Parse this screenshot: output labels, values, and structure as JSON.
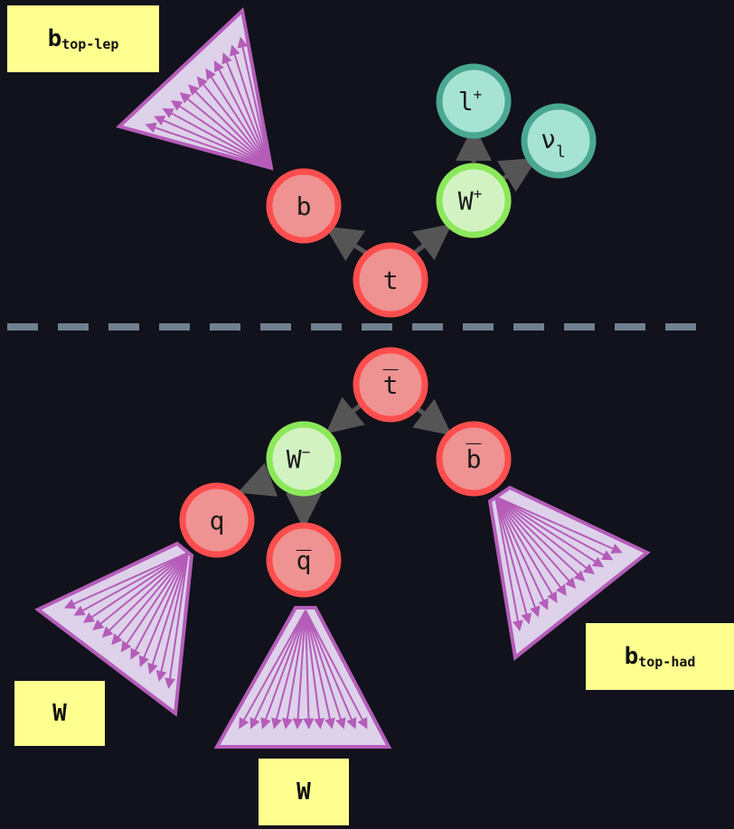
{
  "labels": {
    "b_top_lep": {
      "main": "b",
      "sub": "top-lep"
    },
    "b_top_had": {
      "main": "b",
      "sub": "top-had"
    },
    "w_left": "W",
    "w_bottom": "W"
  },
  "nodes": {
    "t": {
      "main": "t"
    },
    "b": {
      "main": "b"
    },
    "w_plus": {
      "main": "W",
      "sup": "+"
    },
    "lepton": {
      "main": "l",
      "sup": "+"
    },
    "neutrino": {
      "main": "ν",
      "sub": "l"
    },
    "tbar": {
      "main": "t̅"
    },
    "w_minus": {
      "main": "W",
      "sup": "−"
    },
    "bbar": {
      "main": "b̅"
    },
    "q": {
      "main": "q"
    },
    "qbar": {
      "main": "q̅"
    }
  },
  "colors": {
    "background": "#11121b",
    "quark_fill": "#ee9391",
    "quark_stroke": "#ff4e4e",
    "boson_fill": "#d3f2c2",
    "boson_stroke": "#8be85a",
    "lepton_fill": "#a7e3d3",
    "lepton_stroke": "#4aa892",
    "jet_fill": "#ddd2ea",
    "jet_stroke": "#b55db9",
    "arrow": "#555555",
    "divider": "#6f8090",
    "tag_bg": "#ffff8f"
  }
}
